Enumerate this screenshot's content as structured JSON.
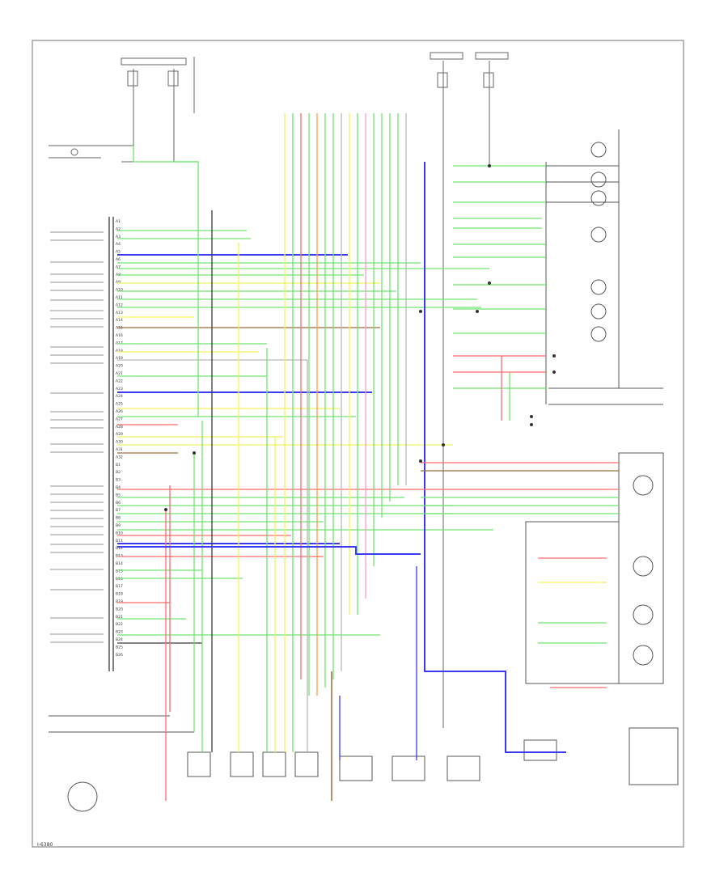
{
  "diagram": {
    "footer_code": "I-6380",
    "pin_labels": [
      "A1",
      "A2",
      "A3",
      "A4",
      "A5",
      "A6",
      "A7",
      "A8",
      "A9",
      "A10",
      "A11",
      "A12",
      "A13",
      "A14",
      "A15",
      "A16",
      "A17",
      "A18",
      "A19",
      "A20",
      "A21",
      "A22",
      "A23",
      "A24",
      "A25",
      "A26",
      "A27",
      "A28",
      "A29",
      "A30",
      "A31",
      "A32",
      "B1",
      "B2",
      "B3",
      "B4",
      "B5",
      "B6",
      "B7",
      "B8",
      "B9",
      "B10",
      "B11",
      "B12",
      "B13",
      "B14",
      "B15",
      "B16",
      "B17",
      "B18",
      "B19",
      "B20",
      "B21",
      "B22",
      "B23",
      "B24",
      "B25",
      "B26"
    ],
    "wire_colors": {
      "red": "#ff6b6b",
      "green": "#6fe36f",
      "yellow": "#f2f25a",
      "blue": "#3a3af2",
      "brown": "#9a6a3a",
      "black": "#3a3a3a",
      "orange": "#ff9a4a",
      "gray": "#b8b8b8",
      "pink": "#ff9ad0",
      "tan": "#c8b48a"
    }
  }
}
